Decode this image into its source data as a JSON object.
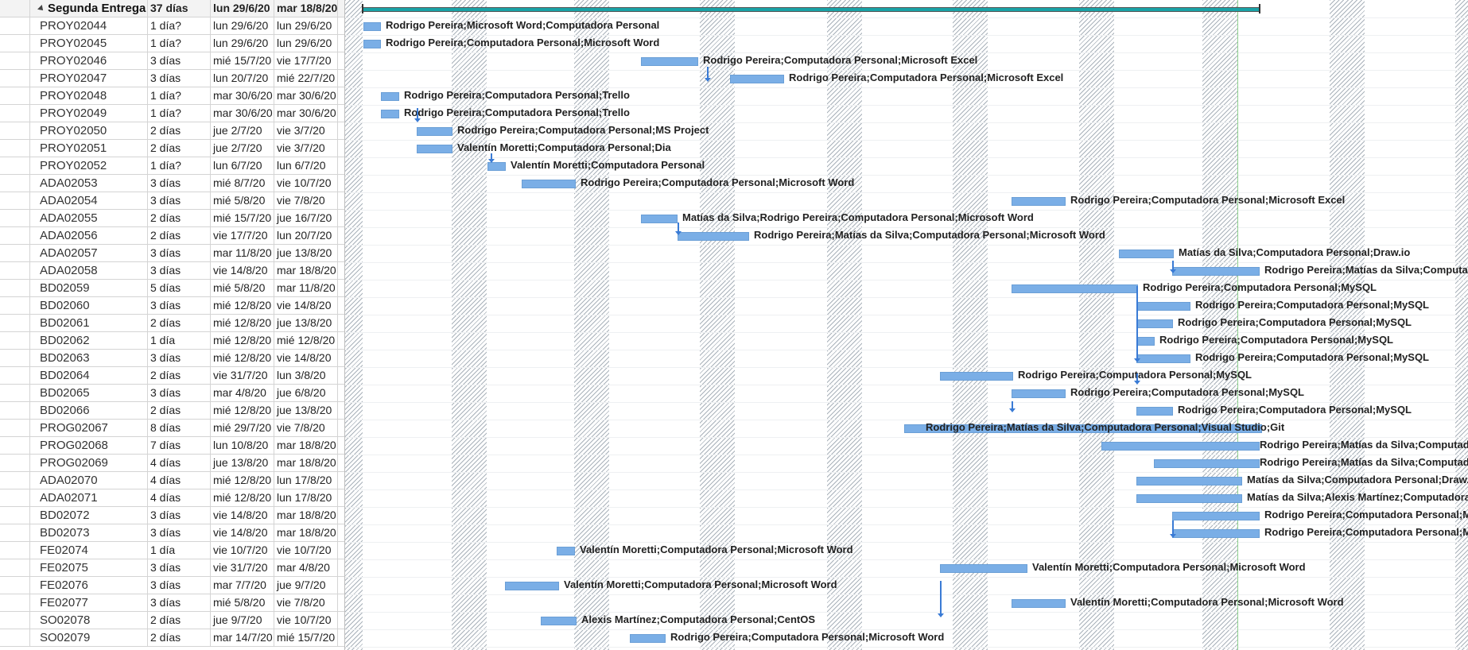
{
  "summary": {
    "name": "Segunda Entrega",
    "duration": "37 días",
    "start": "lun 29/6/20",
    "end": "mar 18/8/20"
  },
  "tasks": [
    {
      "name": "PROY02044",
      "duration": "1 día?",
      "start": "lun 29/6/20",
      "end": "lun 29/6/20",
      "resources": "Rodrigo Pereira;Microsoft Word;Computadora Personal"
    },
    {
      "name": "PROY02045",
      "duration": "1 día?",
      "start": "lun 29/6/20",
      "end": "lun 29/6/20",
      "resources": "Rodrigo Pereira;Computadora Personal;Microsoft Word"
    },
    {
      "name": "PROY02046",
      "duration": "3 días",
      "start": "mié 15/7/20",
      "end": "vie 17/7/20",
      "resources": "Rodrigo Pereira;Computadora Personal;Microsoft Excel",
      "flag": true
    },
    {
      "name": "PROY02047",
      "duration": "3 días",
      "start": "lun 20/7/20",
      "end": "mié 22/7/20",
      "resources": "Rodrigo Pereira;Computadora Personal;Microsoft Excel"
    },
    {
      "name": "PROY02048",
      "duration": "1 día?",
      "start": "mar 30/6/20",
      "end": "mar 30/6/20",
      "resources": "Rodrigo Pereira;Computadora Personal;Trello"
    },
    {
      "name": "PROY02049",
      "duration": "1 día?",
      "start": "mar 30/6/20",
      "end": "mar 30/6/20",
      "resources": "Rodrigo Pereira;Computadora Personal;Trello"
    },
    {
      "name": "PROY02050",
      "duration": "2 días",
      "start": "jue 2/7/20",
      "end": "vie 3/7/20",
      "resources": "Rodrigo Pereira;Computadora Personal;MS Project"
    },
    {
      "name": "PROY02051",
      "duration": "2 días",
      "start": "jue 2/7/20",
      "end": "vie 3/7/20",
      "resources": "Valentín Moretti;Computadora Personal;Dia"
    },
    {
      "name": "PROY02052",
      "duration": "1 día?",
      "start": "lun 6/7/20",
      "end": "lun 6/7/20",
      "resources": "Valentín Moretti;Computadora Personal"
    },
    {
      "name": "ADA02053",
      "duration": "3 días",
      "start": "mié 8/7/20",
      "end": "vie 10/7/20",
      "resources": "Rodrigo Pereira;Computadora Personal;Microsoft Word"
    },
    {
      "name": "ADA02054",
      "duration": "3 días",
      "start": "mié 5/8/20",
      "end": "vie 7/8/20",
      "resources": "Rodrigo Pereira;Computadora Personal;Microsoft Excel"
    },
    {
      "name": "ADA02055",
      "duration": "2 días",
      "start": "mié 15/7/20",
      "end": "jue 16/7/20",
      "resources": "Matías da Silva;Rodrigo Pereira;Computadora Personal;Microsoft Word"
    },
    {
      "name": "ADA02056",
      "duration": "2 días",
      "start": "vie 17/7/20",
      "end": "lun 20/7/20",
      "resources": "Rodrigo Pereira;Matías da Silva;Computadora Personal;Microsoft Word"
    },
    {
      "name": "ADA02057",
      "duration": "3 días",
      "start": "mar 11/8/20",
      "end": "jue 13/8/20",
      "resources": "Matías da Silva;Computadora Personal;Draw.io"
    },
    {
      "name": "ADA02058",
      "duration": "3 días",
      "start": "vie 14/8/20",
      "end": "mar 18/8/20",
      "resources": "Rodrigo Pereira;Matías da Silva;Computad"
    },
    {
      "name": "BD02059",
      "duration": "5 días",
      "start": "mié 5/8/20",
      "end": "mar 11/8/20",
      "resources": "Rodrigo Pereira;Computadora Personal;MySQL"
    },
    {
      "name": "BD02060",
      "duration": "3 días",
      "start": "mié 12/8/20",
      "end": "vie 14/8/20",
      "resources": "Rodrigo Pereira;Computadora Personal;MySQL"
    },
    {
      "name": "BD02061",
      "duration": "2 días",
      "start": "mié 12/8/20",
      "end": "jue 13/8/20",
      "resources": "Rodrigo Pereira;Computadora Personal;MySQL"
    },
    {
      "name": "BD02062",
      "duration": "1 día",
      "start": "mié 12/8/20",
      "end": "mié 12/8/20",
      "resources": "Rodrigo Pereira;Computadora Personal;MySQL"
    },
    {
      "name": "BD02063",
      "duration": "3 días",
      "start": "mié 12/8/20",
      "end": "vie 14/8/20",
      "resources": "Rodrigo Pereira;Computadora Personal;MySQL"
    },
    {
      "name": "BD02064",
      "duration": "2 días",
      "start": "vie 31/7/20",
      "end": "lun 3/8/20",
      "resources": "Rodrigo Pereira;Computadora Personal;MySQL"
    },
    {
      "name": "BD02065",
      "duration": "3 días",
      "start": "mar 4/8/20",
      "end": "jue 6/8/20",
      "resources": "Rodrigo Pereira;Computadora Personal;MySQL"
    },
    {
      "name": "BD02066",
      "duration": "2 días",
      "start": "mié 12/8/20",
      "end": "jue 13/8/20",
      "resources": "Rodrigo Pereira;Computadora Personal;MySQL"
    },
    {
      "name": "PROG02067",
      "duration": "8 días",
      "start": "mié 29/7/20",
      "end": "vie 7/8/20",
      "resources": "Rodrigo Pereira;Matías da Silva;Computadora Personal;Visual Studio;Git"
    },
    {
      "name": "PROG02068",
      "duration": "7 días",
      "start": "lun 10/8/20",
      "end": "mar 18/8/20",
      "resources": "Rodrigo Pereira;Matías da Silva;Computad"
    },
    {
      "name": "PROG02069",
      "duration": "4 días",
      "start": "jue 13/8/20",
      "end": "mar 18/8/20",
      "resources": "Rodrigo Pereira;Matías da Silva;Computad"
    },
    {
      "name": "ADA02070",
      "duration": "4 días",
      "start": "mié 12/8/20",
      "end": "lun 17/8/20",
      "resources": "Matías da Silva;Computadora Personal;Draw.i",
      "flag": true
    },
    {
      "name": "ADA02071",
      "duration": "4 días",
      "start": "mié 12/8/20",
      "end": "lun 17/8/20",
      "resources": "Matías da Silva;Alexis Martínez;Computadora",
      "flag": true
    },
    {
      "name": "BD02072",
      "duration": "3 días",
      "start": "vie 14/8/20",
      "end": "mar 18/8/20",
      "resources": "Rodrigo Pereira;Computadora Personal;My"
    },
    {
      "name": "BD02073",
      "duration": "3 días",
      "start": "vie 14/8/20",
      "end": "mar 18/8/20",
      "resources": "Rodrigo Pereira;Computadora Personal;My"
    },
    {
      "name": "FE02074",
      "duration": "1 día",
      "start": "vie 10/7/20",
      "end": "vie 10/7/20",
      "resources": "Valentín Moretti;Computadora Personal;Microsoft Word"
    },
    {
      "name": "FE02075",
      "duration": "3 días",
      "start": "vie 31/7/20",
      "end": "mar 4/8/20",
      "resources": "Valentín Moretti;Computadora Personal;Microsoft Word",
      "flag": true
    },
    {
      "name": "FE02076",
      "duration": "3 días",
      "start": "mar 7/7/20",
      "end": "jue 9/7/20",
      "resources": "Valentín Moretti;Computadora Personal;Microsoft Word"
    },
    {
      "name": "FE02077",
      "duration": "3 días",
      "start": "mié 5/8/20",
      "end": "vie 7/8/20",
      "resources": "Valentín Moretti;Computadora Personal;Microsoft Word"
    },
    {
      "name": "SO02078",
      "duration": "2 días",
      "start": "jue 9/7/20",
      "end": "vie 10/7/20",
      "resources": "Alexis Martínez;Computadora Personal;CentOS",
      "flag": true
    },
    {
      "name": "SO02079",
      "duration": "2 días",
      "start": "mar 14/7/20",
      "end": "mié 15/7/20",
      "resources": "Rodrigo Pereira;Computadora Personal;Microsoft Word"
    }
  ],
  "colors": {
    "task_bar": "#7aaee6",
    "summary_bar": "#1aa3a7",
    "link": "#3a7bd5",
    "nonworking": "#9aa4ae"
  }
}
